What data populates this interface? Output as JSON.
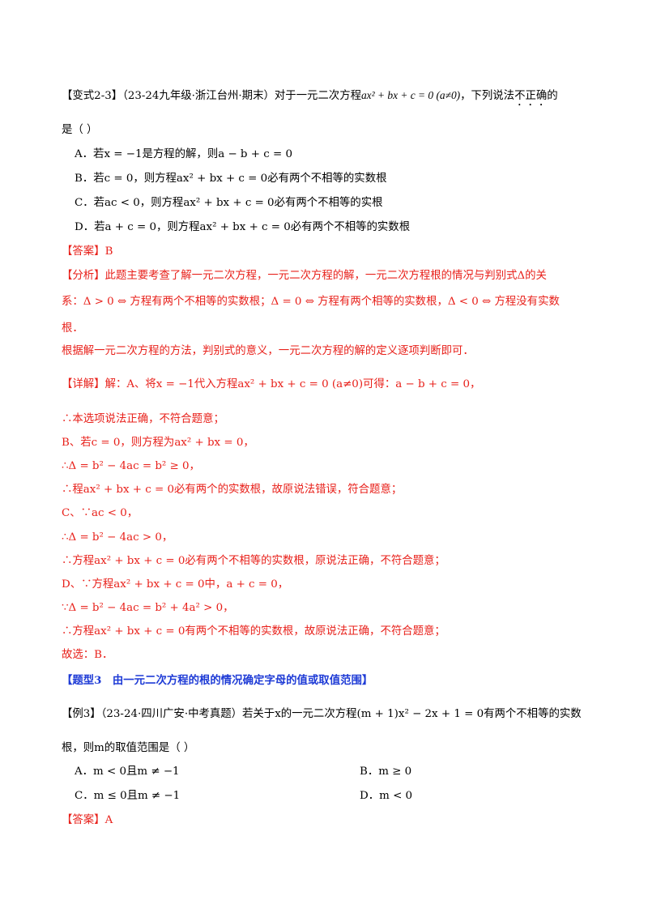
{
  "q1": {
    "tag": "【变式2-3】",
    "source": "（23-24九年级·浙江台州·期末）",
    "stem_a": "对于一元二次方程",
    "stem_eq": "ax² + bx + c = 0 (a≠0)",
    "stem_b": "，下列说法",
    "stem_emph": "不正确",
    "stem_c": "的",
    "stem_line2": "是（    ）",
    "options": [
      "A．若x = −1是方程的解，则a − b + c = 0",
      "B．若c = 0，则方程ax² + bx + c = 0必有两个不相等的实数根",
      "C．若ac < 0，则方程ax² + bx + c = 0必有两个不相等的实根",
      "D．若a + c = 0，则方程ax² + bx + c = 0必有两个不相等的实数根"
    ],
    "answer_label": "【答案】",
    "answer": "B",
    "analysis": [
      "【分析】此题主要考查了解一元二次方程，一元二次方程的解，一元二次方程根的情况与判别式Δ的关",
      "系：Δ > 0 ⇔ 方程有两个不相等的实数根；Δ = 0 ⇔ 方程有两个相等的实数根，Δ < 0 ⇔ 方程没有实数",
      "根．",
      "根据解一元二次方程的方法，判别式的意义，一元二次方程的解的定义逐项判断即可．"
    ],
    "detail_label": "【详解】",
    "detail_first": "解：A、将x = −1代入方程ax² + bx + c = 0 (a≠0)可得：a − b + c = 0，",
    "detail_lines": [
      "∴本选项说法正确，不符合题意；",
      "B、若c = 0，则方程为ax² + bx = 0，",
      "∴Δ = b² − 4ac = b² ≥ 0，",
      "∴程ax² + bx + c = 0必有两个的实数根，故原说法错误，符合题意；",
      "C、∵ac < 0，",
      "∴Δ = b² − 4ac > 0，",
      "∴方程ax² + bx + c = 0必有两个不相等的实数根，原说法正确，不符合题意；",
      "D、∵方程ax² + bx + c = 0中，a + c = 0，",
      "∵Δ = b² − 4ac = b² + 4a² > 0，",
      "∴方程ax² + bx + c = 0有两个不相等的实数根，故原说法正确，不符合题意；",
      "故选：B．"
    ]
  },
  "section": {
    "title": "【题型3　由一元二次方程的根的情况确定字母的值或取值范围】"
  },
  "q2": {
    "tag": "【例3】",
    "source": "（23-24·四川广安·中考真题）",
    "stem_a": "若关于x的一元二次方程(m + 1)x² − 2x + 1 = 0有两个不相等的实数",
    "stem_line2": "根，则m的取值范围是（    ）",
    "options": [
      "A．m < 0且m ≠ −1",
      "B．m ≥ 0",
      "C．m ≤ 0且m ≠ −1",
      "D．m < 0"
    ],
    "answer_label": "【答案】",
    "answer": "A"
  }
}
